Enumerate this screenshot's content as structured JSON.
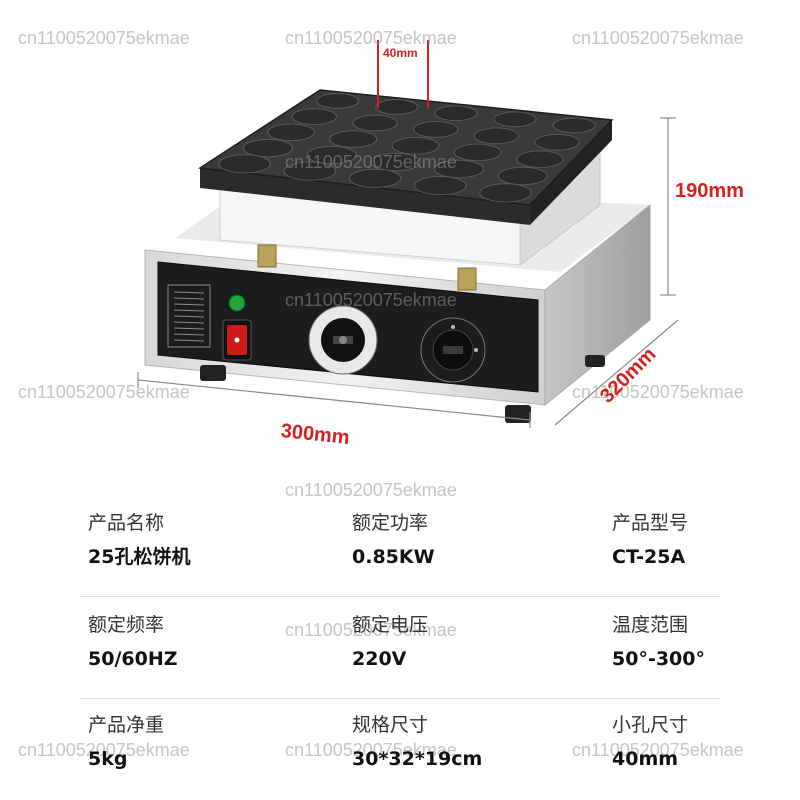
{
  "watermark": "cn1100520075ekmae",
  "dimensions": {
    "hole": "40mm",
    "height": "190mm",
    "width": "300mm",
    "depth": "320mm"
  },
  "specs": [
    {
      "label": "产品名称",
      "value": "25孔松饼机"
    },
    {
      "label": "额定功率",
      "value": "0.85KW"
    },
    {
      "label": "产品型号",
      "value": "CT-25A"
    },
    {
      "label": "额定频率",
      "value": "50/60HZ"
    },
    {
      "label": "额定电压",
      "value": "220V"
    },
    {
      "label": "温度范围",
      "value": "50°-300°"
    },
    {
      "label": "产品净重",
      "value": "5kg"
    },
    {
      "label": "规格尺寸",
      "value": "30*32*19cm"
    },
    {
      "label": "小孔尺寸",
      "value": "40mm"
    }
  ],
  "colors": {
    "dimension_red": "#d42020",
    "griddle_dark": "#3a3a3a",
    "body_steel": "#e4e4e4",
    "panel_black": "#1c1c1c",
    "switch_red": "#cc1a1a",
    "lamp_green": "#1ea83a"
  }
}
